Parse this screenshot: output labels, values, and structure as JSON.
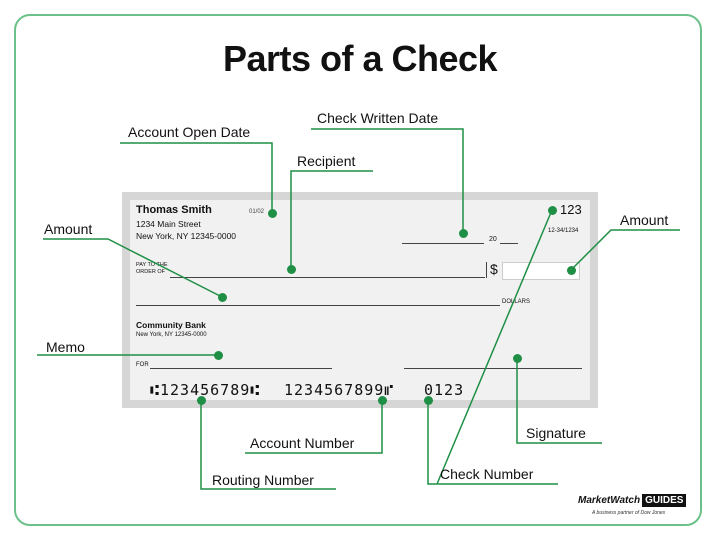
{
  "title": "Parts of a Check",
  "check": {
    "name": "Thomas Smith",
    "address1": "1234 Main Street",
    "address2": "New York, NY 12345-0000",
    "open_date": "01/02",
    "check_number": "123",
    "routing_fraction": "12-34/1234",
    "date_suffix": "20",
    "pay_to_line1": "PAY TO THE",
    "pay_to_line2": "ORDER OF",
    "dollar_sign": "$",
    "dollars": "DOLLARS",
    "bank_name": "Community Bank",
    "bank_address": "New York, NY 12345-0000",
    "for_label": "FOR",
    "micr_routing": "⑆123456789⑆",
    "micr_account": "1234567899⑈",
    "micr_check": "0123"
  },
  "labels": {
    "account_open_date": "Account Open Date",
    "check_written_date": "Check Written Date",
    "recipient": "Recipient",
    "amount_left": "Amount",
    "amount_right": "Amount",
    "memo": "Memo",
    "account_number": "Account Number",
    "routing_number": "Routing Number",
    "signature": "Signature",
    "check_number": "Check Number"
  },
  "branding": {
    "name": "MarketWatch",
    "guides": "GUIDES",
    "tagline": "A business partner of Dow Jones"
  },
  "colors": {
    "accent": "#1e8f45",
    "border": "#6cc18a",
    "check_border": "#d6d6d6",
    "check_bg": "#f1f1f1"
  }
}
